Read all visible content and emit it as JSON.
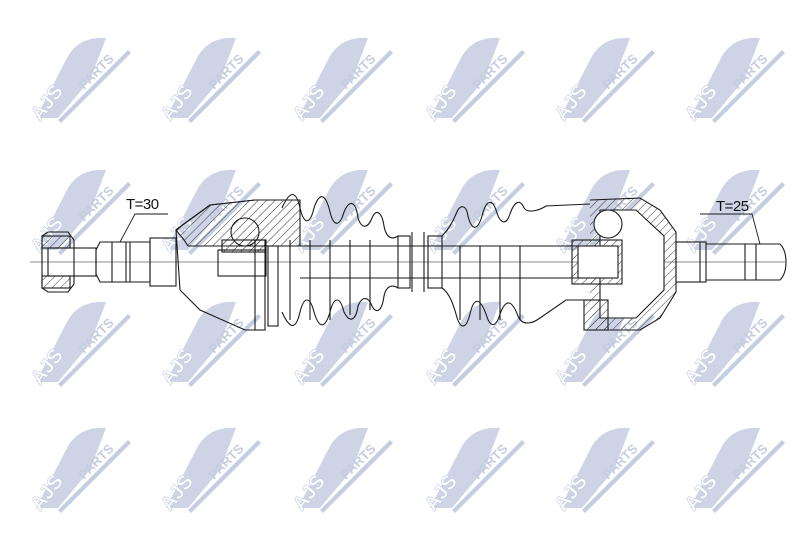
{
  "watermark": {
    "brand": "AJS",
    "sub": "PARTS",
    "color": "#c5cde0",
    "columns_x": [
      28,
      158,
      290,
      422,
      552,
      682
    ],
    "rows_y": [
      18,
      150,
      282,
      408
    ]
  },
  "diagram": {
    "subject": "CV drive shaft (axle) cross-section",
    "left_label": "T=30",
    "right_label": "T=25",
    "line_color": "#1a1a1a"
  }
}
